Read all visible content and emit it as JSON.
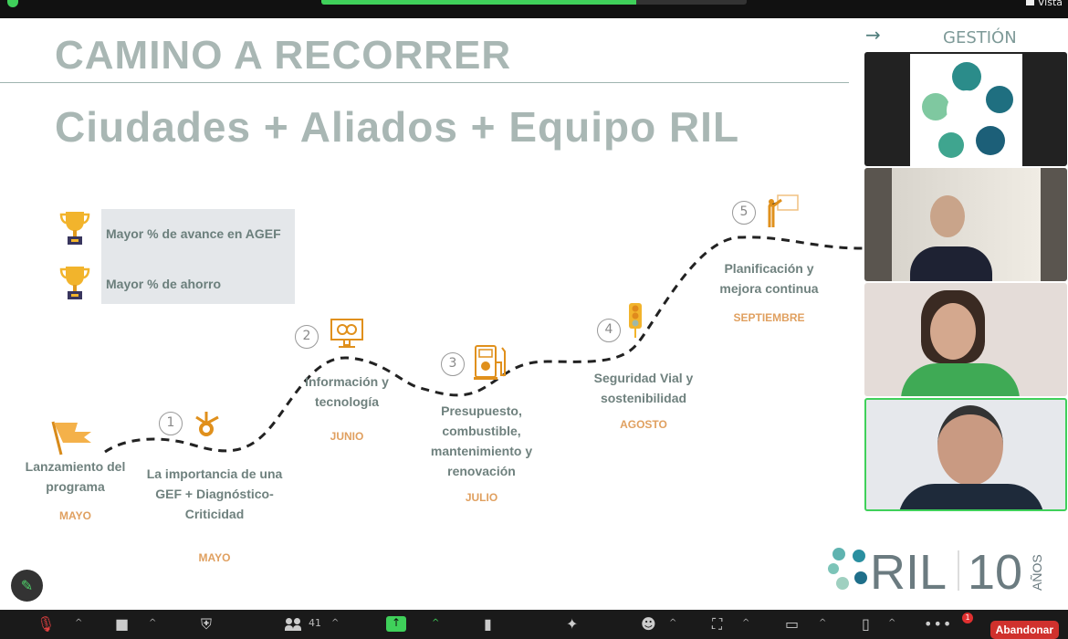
{
  "topbar": {
    "view_label": "Vista",
    "share_progress_percent": 74
  },
  "slide": {
    "title": "CAMINO A RECORRER",
    "subtitle": "Ciudades + Aliados + Equipo RIL",
    "corner_label": "GESTIÓN",
    "awards": [
      "Mayor % de avance en AGEF",
      "Mayor % de ahorro"
    ],
    "steps": [
      {
        "number": "",
        "label": "Lanzamiento del programa",
        "month": "MAYO",
        "icon": "flag-icon"
      },
      {
        "number": "1",
        "label": "La importancia de una GEF + Diagnóstico-Criticidad",
        "month": "MAYO",
        "icon": "gear-branch-icon"
      },
      {
        "number": "2",
        "label": "Información y tecnología",
        "month": "JUNIO",
        "icon": "monitor-gears-icon"
      },
      {
        "number": "3",
        "label": "Presupuesto, combustible, mantenimiento y renovación",
        "month": "JULIO",
        "icon": "fuel-pump-icon"
      },
      {
        "number": "4",
        "label": "Seguridad Vial y sostenibilidad",
        "month": "AGOSTO",
        "icon": "traffic-light-icon"
      },
      {
        "number": "5",
        "label": "Planificación y mejora continua",
        "month": "SEPTIEMBRE",
        "icon": "presenter-icon"
      }
    ],
    "logo": {
      "brand": "RIL",
      "years": "10",
      "years_word": "AÑOS"
    },
    "colors": {
      "title": "#a9b7b4",
      "accent": "#e0a060",
      "text": "#6f817e"
    }
  },
  "toolbar": {
    "participants_count": "41",
    "notification_badge": "1",
    "leave_label": "Abandonar"
  }
}
